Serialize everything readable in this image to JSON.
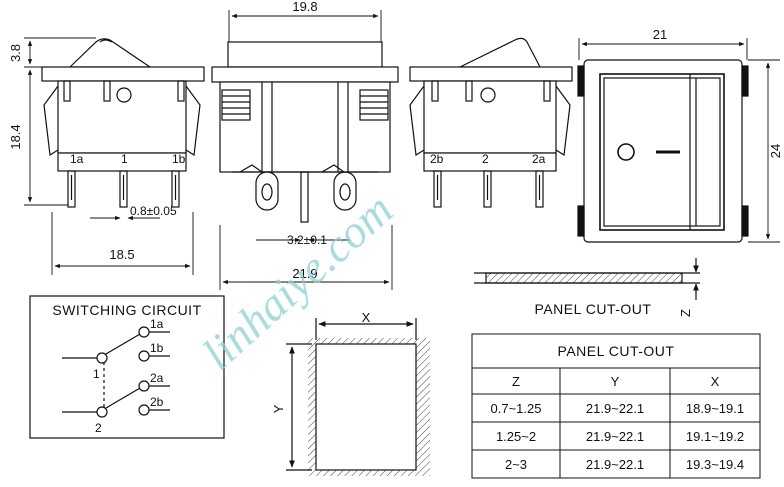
{
  "dimensions": {
    "width_top": "19.8",
    "width_right": "21",
    "height_actuator": "3.8",
    "height_body": "18.4",
    "height_right": "24",
    "pin_width": "0.8±0.05",
    "pin_pitch": "3.2±0.1",
    "base_width": "18.5",
    "bottom_width": "21.9"
  },
  "terminals_left": [
    "1a",
    "1",
    "1b"
  ],
  "terminals_right": [
    "2b",
    "2",
    "2a"
  ],
  "switching_circuit": {
    "title": "SWITCHING CIRCUIT",
    "labels": [
      "1a",
      "1b",
      "1",
      "2a",
      "2b",
      "2"
    ]
  },
  "panel_cutout": {
    "side_label": "PANEL CUT-OUT",
    "z_label": "Z",
    "x_label": "X",
    "y_label": "Y",
    "table": {
      "title": "PANEL CUT-OUT",
      "headers": [
        "Z",
        "Y",
        "X"
      ],
      "rows": [
        [
          "0.7~1.25",
          "21.9~22.1",
          "18.9~19.1"
        ],
        [
          "1.25~2",
          "21.9~22.1",
          "19.1~19.2"
        ],
        [
          "2~3",
          "21.9~22.1",
          "19.3~19.4"
        ]
      ]
    }
  },
  "watermark": "linhaiye.com"
}
